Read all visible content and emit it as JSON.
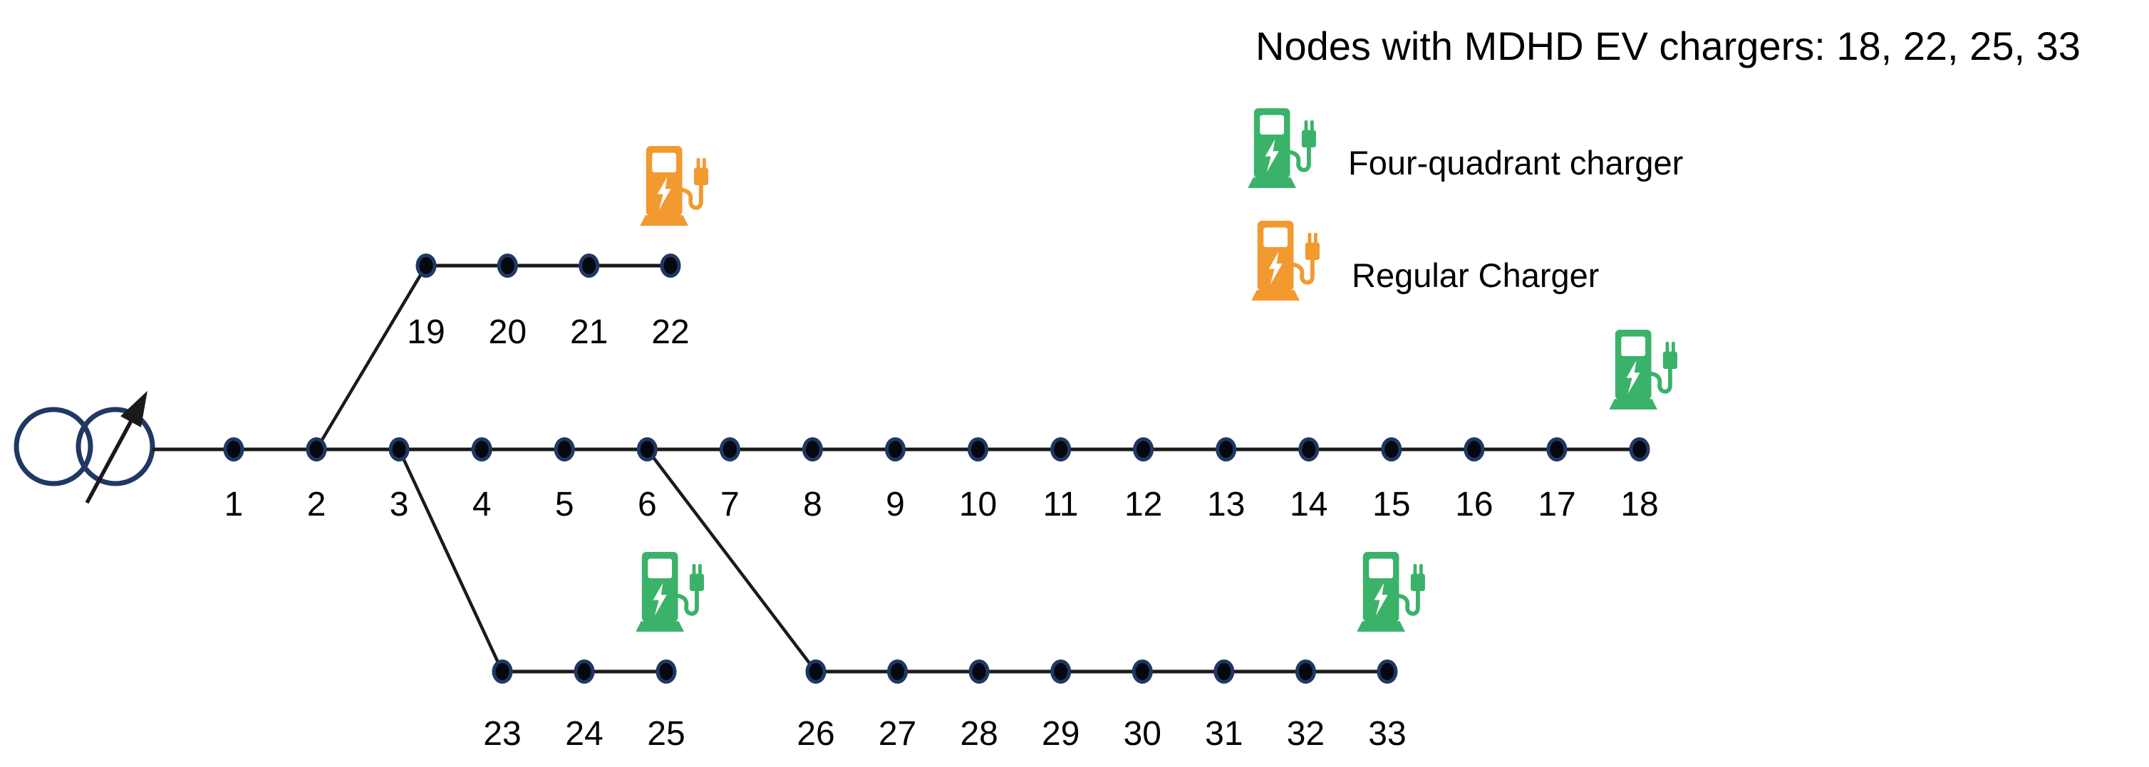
{
  "title": "Nodes with MDHD EV chargers: 18, 22, 25, 33",
  "legend": {
    "items": [
      {
        "label": "Four-quadrant charger",
        "type": "four_quadrant",
        "icon": "ev-charger-icon-green"
      },
      {
        "label": "Regular Charger",
        "type": "regular",
        "icon": "ev-charger-icon-orange"
      }
    ]
  },
  "network": {
    "substation_icon": "transformer-with-tap-arrow",
    "feeder_nodes": [
      "1",
      "2",
      "3",
      "4",
      "5",
      "6",
      "7",
      "8",
      "9",
      "10",
      "11",
      "12",
      "13",
      "14",
      "15",
      "16",
      "17",
      "18"
    ],
    "branches": [
      {
        "from": "2",
        "nodes": [
          "19",
          "20",
          "21",
          "22"
        ]
      },
      {
        "from": "3",
        "nodes": [
          "23",
          "24",
          "25"
        ]
      },
      {
        "from": "6",
        "nodes": [
          "26",
          "27",
          "28",
          "29",
          "30",
          "31",
          "32",
          "33"
        ]
      }
    ],
    "chargers": [
      {
        "node": "18",
        "type": "four_quadrant"
      },
      {
        "node": "22",
        "type": "regular"
      },
      {
        "node": "25",
        "type": "four_quadrant"
      },
      {
        "node": "33",
        "type": "four_quadrant"
      }
    ]
  },
  "colors": {
    "four_quadrant": "#3bb269",
    "regular": "#f2992f",
    "line": "#1a1a1a",
    "node_fill": "#06080f",
    "node_ring": "#1f3864",
    "transformer": "#1f3864",
    "text": "#000000"
  }
}
